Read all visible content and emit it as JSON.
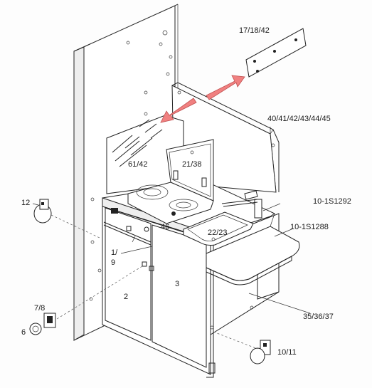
{
  "diagram": {
    "labels": {
      "plate": "17/18/42",
      "backsplash": "40/41/42/43/44/45",
      "wall_panel": "61/42",
      "hob_lid": "21/38",
      "latch_upper": "12",
      "tap": "10-1S1292",
      "worktop_ext": "10-1S1288",
      "worktop": "46",
      "sink": "22/23",
      "handle_a": "1/",
      "handle_b": "9",
      "door_left": "2",
      "door_right": "3",
      "latch_set": "7/8",
      "knob": "6",
      "leg": "35/36/37",
      "latch_lower": "10/11"
    },
    "colors": {
      "arrow": "#f08080",
      "line": "#222222"
    }
  }
}
